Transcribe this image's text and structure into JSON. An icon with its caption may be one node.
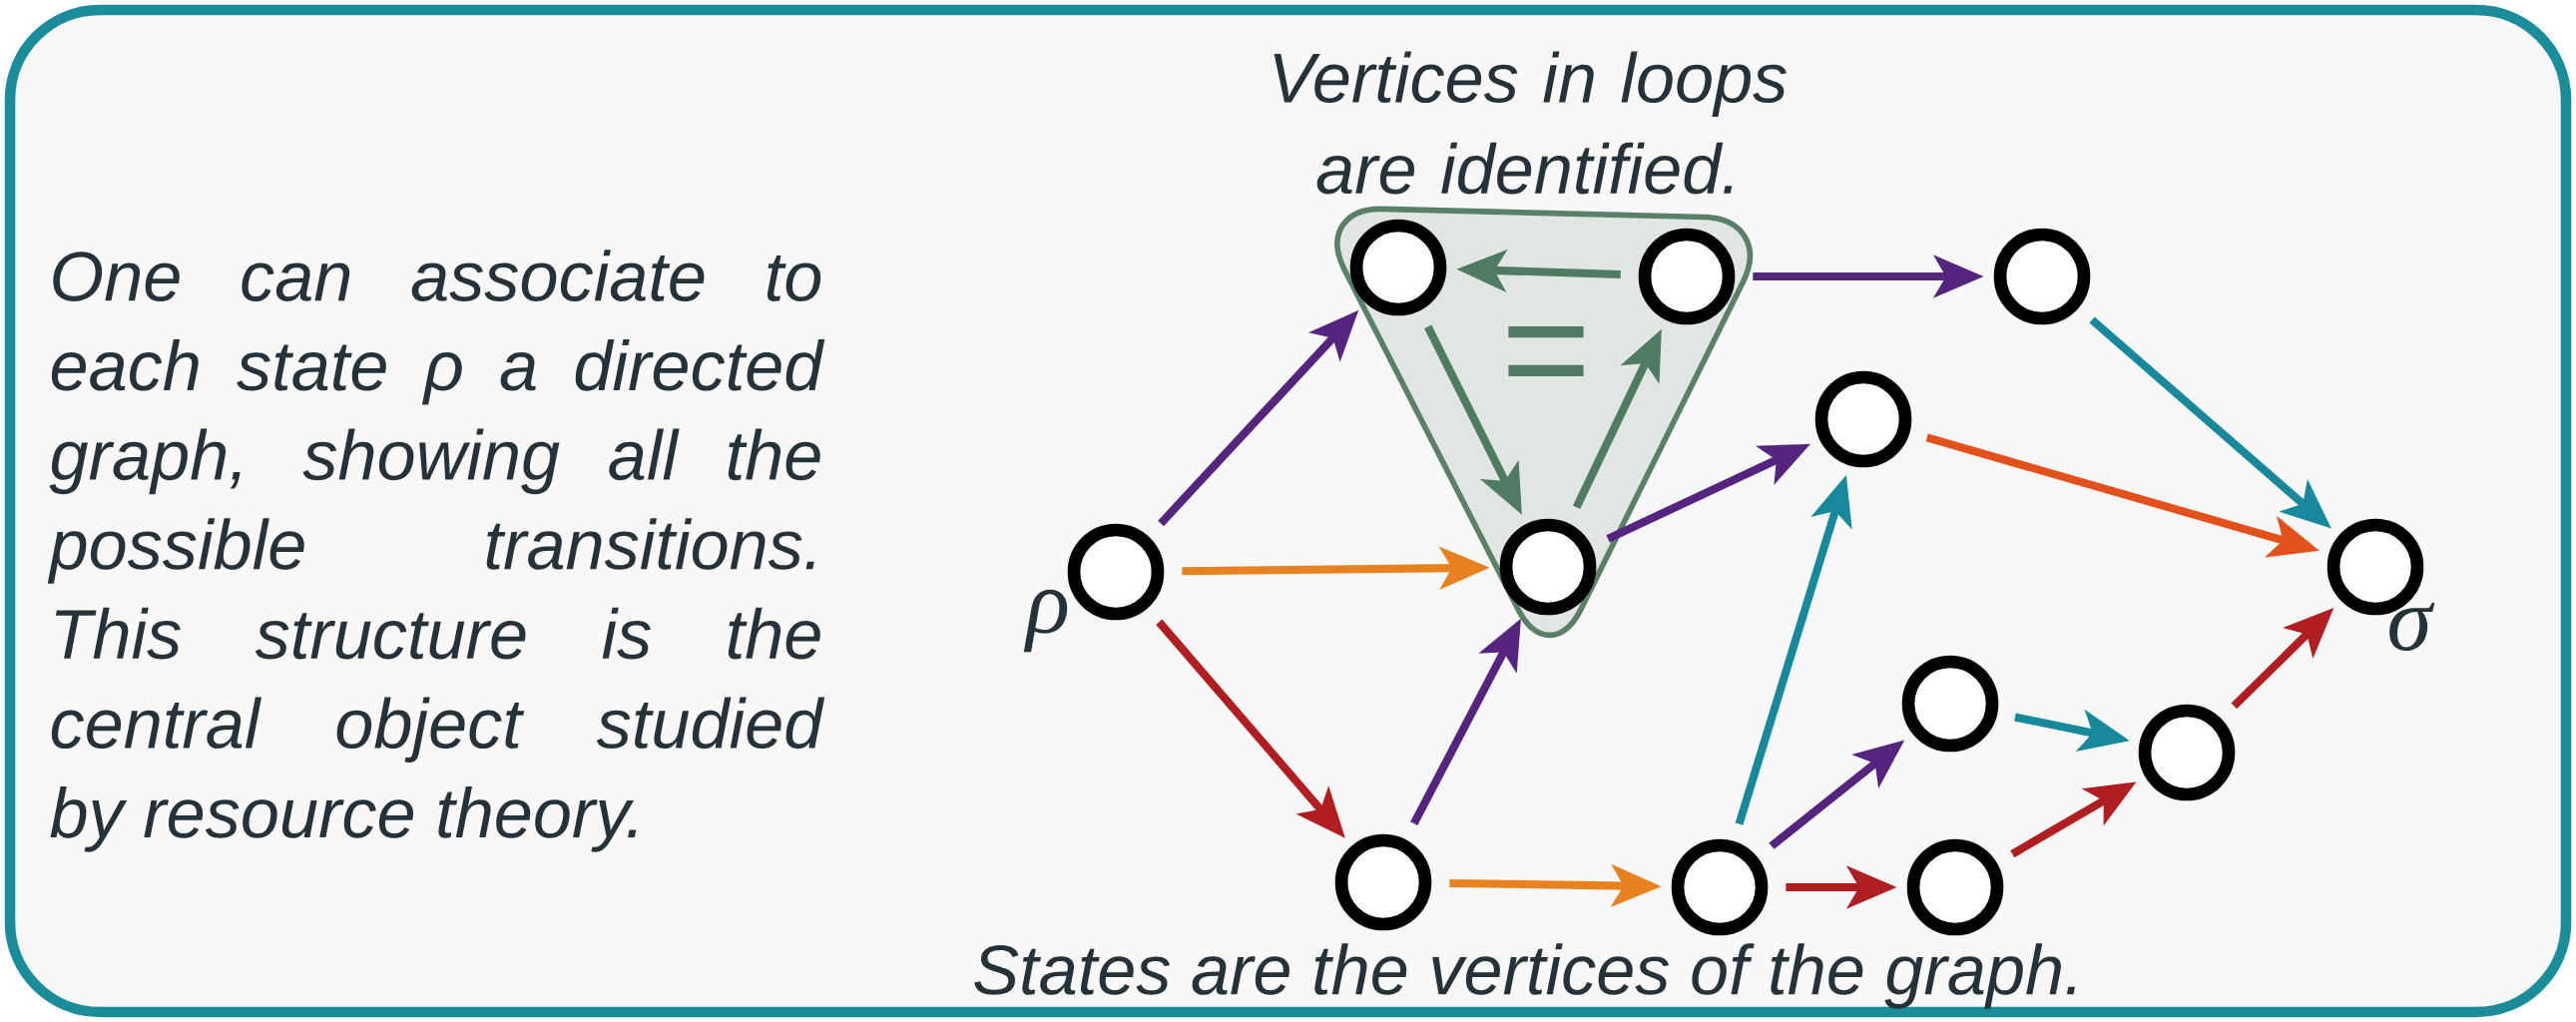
{
  "diagram": {
    "caption": "States are the vertices of the graph.",
    "nodes": [
      {
        "text": [],
        "shape": "circle",
        "beside": [
          "ρ"
        ]
      },
      {
        "text": [
          "Vertices in loops are identified.",
          "="
        ]
      },
      {
        "text": [],
        "shape": "circle",
        "in": 1
      },
      {
        "text": [],
        "shape": "circle",
        "in": 1
      },
      {
        "text": [],
        "shape": "circle",
        "in": 1
      },
      {
        "text": [],
        "shape": "circle"
      },
      {
        "text": [],
        "shape": "circle"
      },
      {
        "text": [],
        "shape": "circle",
        "beside": [
          "σ"
        ]
      },
      {
        "text": [],
        "shape": "circle"
      },
      {
        "text": [],
        "shape": "circle"
      },
      {
        "text": [],
        "shape": "circle"
      },
      {
        "text": [],
        "shape": "circle"
      },
      {
        "text": [],
        "shape": "circle"
      }
    ],
    "edges": [
      {
        "from": 0,
        "to": 2,
        "arrow": "to",
        "color": "#55247f"
      },
      {
        "from": 0,
        "to": 4,
        "arrow": "to",
        "color": "#e8821e"
      },
      {
        "from": 0,
        "to": 8,
        "arrow": "to",
        "color": "#b01e22"
      },
      {
        "from": 3,
        "to": 2,
        "arrow": "to",
        "color": "#4f7b62"
      },
      {
        "from": 2,
        "to": 4,
        "arrow": "to",
        "color": "#4f7b62"
      },
      {
        "from": 4,
        "to": 3,
        "arrow": "to",
        "color": "#4f7b62"
      },
      {
        "from": 3,
        "to": 5,
        "arrow": "to",
        "color": "#55247f"
      },
      {
        "from": 4,
        "to": 6,
        "arrow": "to",
        "color": "#55247f"
      },
      {
        "from": 8,
        "to": 4,
        "arrow": "to",
        "color": "#55247f"
      },
      {
        "from": 8,
        "to": 10,
        "arrow": "to",
        "color": "#e8821e"
      },
      {
        "from": 10,
        "to": 6,
        "arrow": "to",
        "color": "#17899a"
      },
      {
        "from": 10,
        "to": 9,
        "arrow": "to",
        "color": "#55247f"
      },
      {
        "from": 10,
        "to": 11,
        "arrow": "to",
        "color": "#b01e22"
      },
      {
        "from": 9,
        "to": 12,
        "arrow": "to",
        "color": "#17899a"
      },
      {
        "from": 11,
        "to": 12,
        "arrow": "to",
        "color": "#b01e22"
      },
      {
        "from": 12,
        "to": 7,
        "arrow": "to",
        "color": "#b01e22"
      },
      {
        "from": 6,
        "to": 7,
        "arrow": "to",
        "color": "#e2501c"
      },
      {
        "from": 5,
        "to": 7,
        "arrow": "to",
        "color": "#17899a"
      }
    ],
    "labels": [
      "One can associate to each state ρ a directed graph, showing all the possible transitions. This structure is the central object studied by resource theory."
    ]
  }
}
